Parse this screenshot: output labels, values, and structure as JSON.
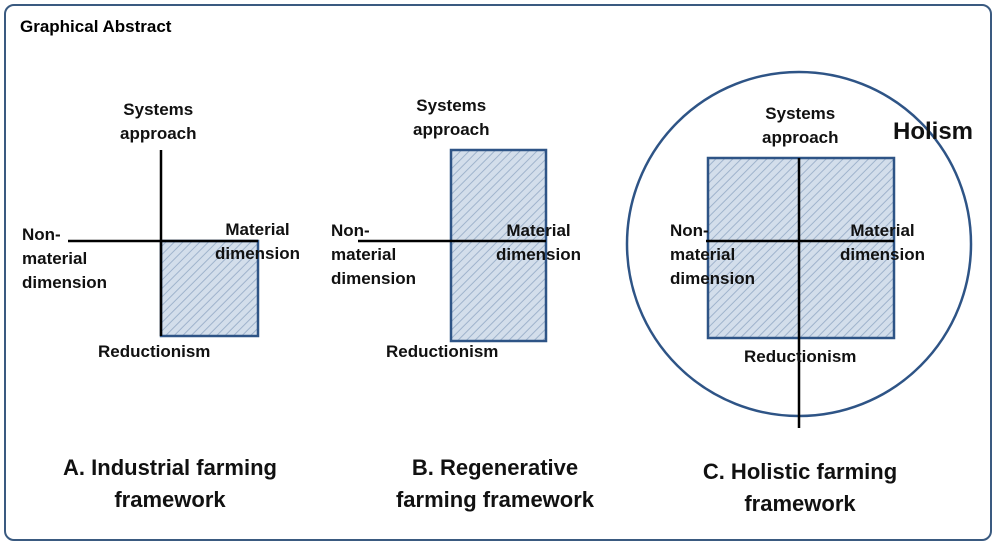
{
  "title": "Graphical Abstract",
  "panels": [
    {
      "id": "A",
      "top_label": [
        "Systems",
        "approach"
      ],
      "left_label": [
        "Non-",
        "material",
        "dimension"
      ],
      "right_label": [
        "Material",
        "dimension"
      ],
      "bottom_label": "Reductionism",
      "caption": [
        "A. Industrial farming",
        "framework"
      ]
    },
    {
      "id": "B",
      "top_label": [
        "Systems",
        "approach"
      ],
      "left_label": [
        "Non-",
        "material",
        "dimension"
      ],
      "right_label": [
        "Material",
        "dimension"
      ],
      "bottom_label": "Reductionism",
      "caption": [
        "B. Regenerative",
        "farming framework"
      ]
    },
    {
      "id": "C",
      "top_label": [
        "Systems",
        "approach"
      ],
      "left_label": [
        "Non-",
        "material",
        "dimension"
      ],
      "right_label": [
        "Material",
        "dimension"
      ],
      "bottom_label": "Reductionism",
      "caption": [
        "C. Holistic farming",
        "framework"
      ],
      "outer_label": "Holism"
    }
  ],
  "colors": {
    "border": "#2e5486",
    "fill": "#c9d6e6",
    "hatch": "#8ea6c4",
    "axis": "#000000"
  }
}
